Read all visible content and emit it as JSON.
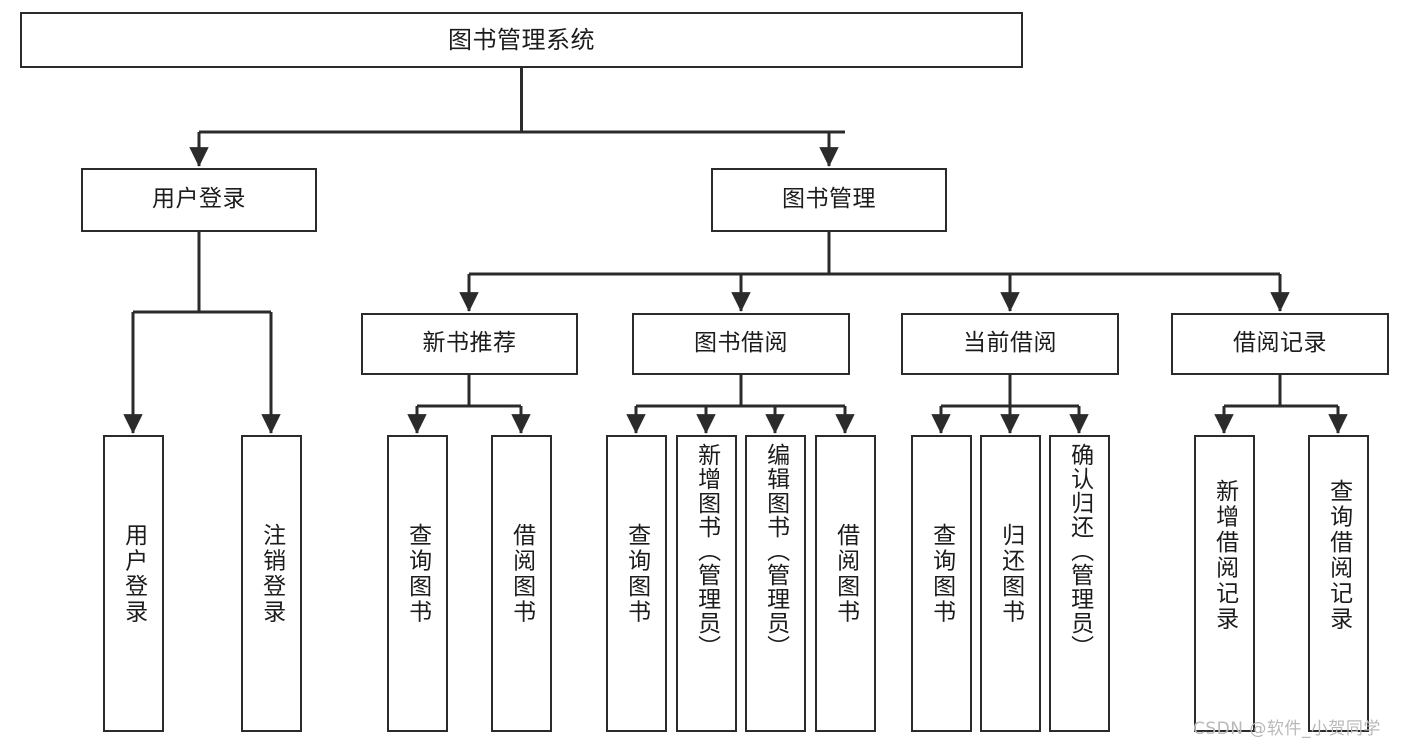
{
  "diagram": {
    "title": "图书管理系统",
    "type": "functional-structure-tree",
    "watermark": "CSDN @软件_小贺同学",
    "colors": {
      "stroke": "#2b2b2b",
      "fill": "#ffffff",
      "text": "#1c1c1c",
      "watermark": "#b9b9b9"
    },
    "levels": {
      "root": "图书管理系统",
      "level2": [
        "用户登录",
        "图书管理"
      ],
      "level3": [
        "新书推荐",
        "图书借阅",
        "当前借阅",
        "借阅记录"
      ]
    },
    "nodes": {
      "root": {
        "label": "图书管理系统"
      },
      "user_login": {
        "label": "用户登录"
      },
      "book_manage": {
        "label": "图书管理"
      },
      "new_book_rec": {
        "label": "新书推荐"
      },
      "book_borrow": {
        "label": "图书借阅"
      },
      "current_borrow": {
        "label": "当前借阅"
      },
      "borrow_record": {
        "label": "借阅记录"
      },
      "leaf_user_login": {
        "label": "用户登录"
      },
      "leaf_logout": {
        "label": "注销登录"
      },
      "leaf_query_book_a": {
        "label": "查询图书"
      },
      "leaf_borrow_book_a": {
        "label": "借阅图书"
      },
      "leaf_query_book_b": {
        "label": "查询图书"
      },
      "leaf_add_book": {
        "label": "新增图书（管理员）"
      },
      "leaf_edit_book": {
        "label": "编辑图书（管理员）"
      },
      "leaf_borrow_book_b": {
        "label": "借阅图书"
      },
      "leaf_query_book_c": {
        "label": "查询图书"
      },
      "leaf_return_book": {
        "label": "归还图书"
      },
      "leaf_confirm_return": {
        "label": "确认归还（管理员）"
      },
      "leaf_add_record": {
        "label": "新增借阅记录"
      },
      "leaf_query_record": {
        "label": "查询借阅记录"
      }
    },
    "edges": [
      {
        "from": "root",
        "to": "user_login"
      },
      {
        "from": "root",
        "to": "book_manage"
      },
      {
        "from": "user_login",
        "to": "leaf_user_login"
      },
      {
        "from": "user_login",
        "to": "leaf_logout"
      },
      {
        "from": "book_manage",
        "to": "new_book_rec"
      },
      {
        "from": "book_manage",
        "to": "book_borrow"
      },
      {
        "from": "book_manage",
        "to": "current_borrow"
      },
      {
        "from": "book_manage",
        "to": "borrow_record"
      },
      {
        "from": "new_book_rec",
        "to": "leaf_query_book_a"
      },
      {
        "from": "new_book_rec",
        "to": "leaf_borrow_book_a"
      },
      {
        "from": "book_borrow",
        "to": "leaf_query_book_b"
      },
      {
        "from": "book_borrow",
        "to": "leaf_add_book"
      },
      {
        "from": "book_borrow",
        "to": "leaf_edit_book"
      },
      {
        "from": "book_borrow",
        "to": "leaf_borrow_book_b"
      },
      {
        "from": "current_borrow",
        "to": "leaf_query_book_c"
      },
      {
        "from": "current_borrow",
        "to": "leaf_return_book"
      },
      {
        "from": "current_borrow",
        "to": "leaf_confirm_return"
      },
      {
        "from": "borrow_record",
        "to": "leaf_add_record"
      },
      {
        "from": "borrow_record",
        "to": "leaf_query_record"
      }
    ]
  }
}
